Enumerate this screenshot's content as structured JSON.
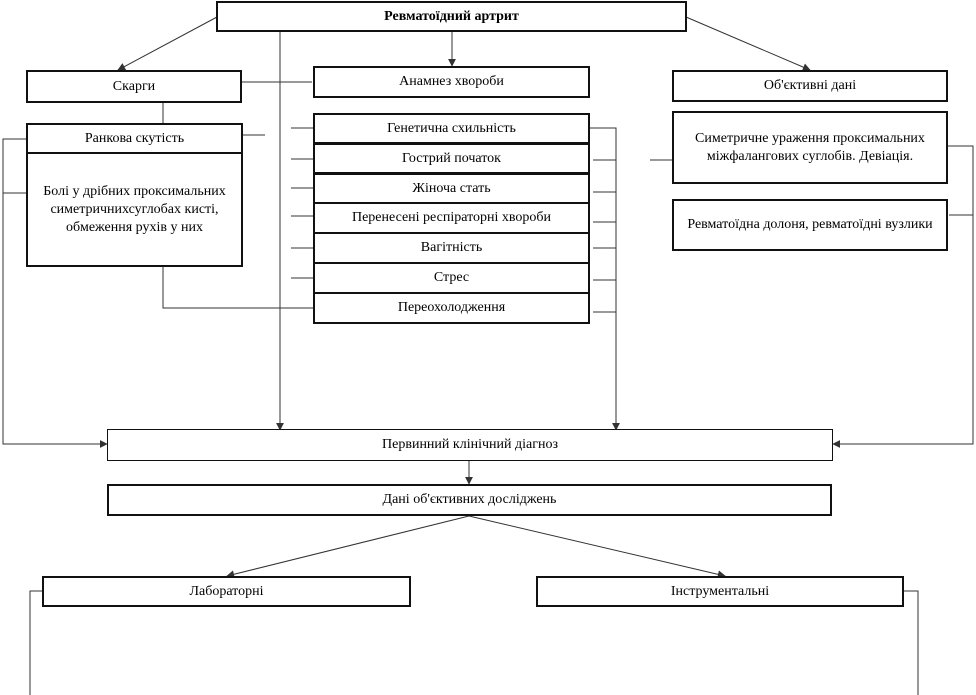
{
  "title": "Ревматоїдний артрит",
  "complaints": {
    "header": "Скарги",
    "morning_stiffness": "Ранкова скутість",
    "pain": "Болі у дрібних проксимальних симетричнихсуглобах кисті, обмеження рухів у них"
  },
  "anamnesis": {
    "header": "Анамнез хвороби",
    "items": [
      "Генетична схильність",
      "Гострий початок",
      "Жіноча стать",
      "Перенесені респіраторні хвороби",
      "Вагітність",
      "Стрес",
      "Переохолодження"
    ]
  },
  "objective": {
    "header": "Об'єктивні дані",
    "symmetric": "Симетричне ураження проксимальних міжфалангових суглобів. Девіація.",
    "palm": "Ревматоїдна долоня, ревматоїдні вузлики"
  },
  "primary_diagnosis": "Первинний клінічний діагноз",
  "objective_studies": "Дані об'єктивних досліджень",
  "laboratory": "Лабораторні",
  "instrumental": "Інструментальні",
  "colors": {
    "line": "#333333",
    "border": "#111111",
    "background": "#ffffff"
  }
}
